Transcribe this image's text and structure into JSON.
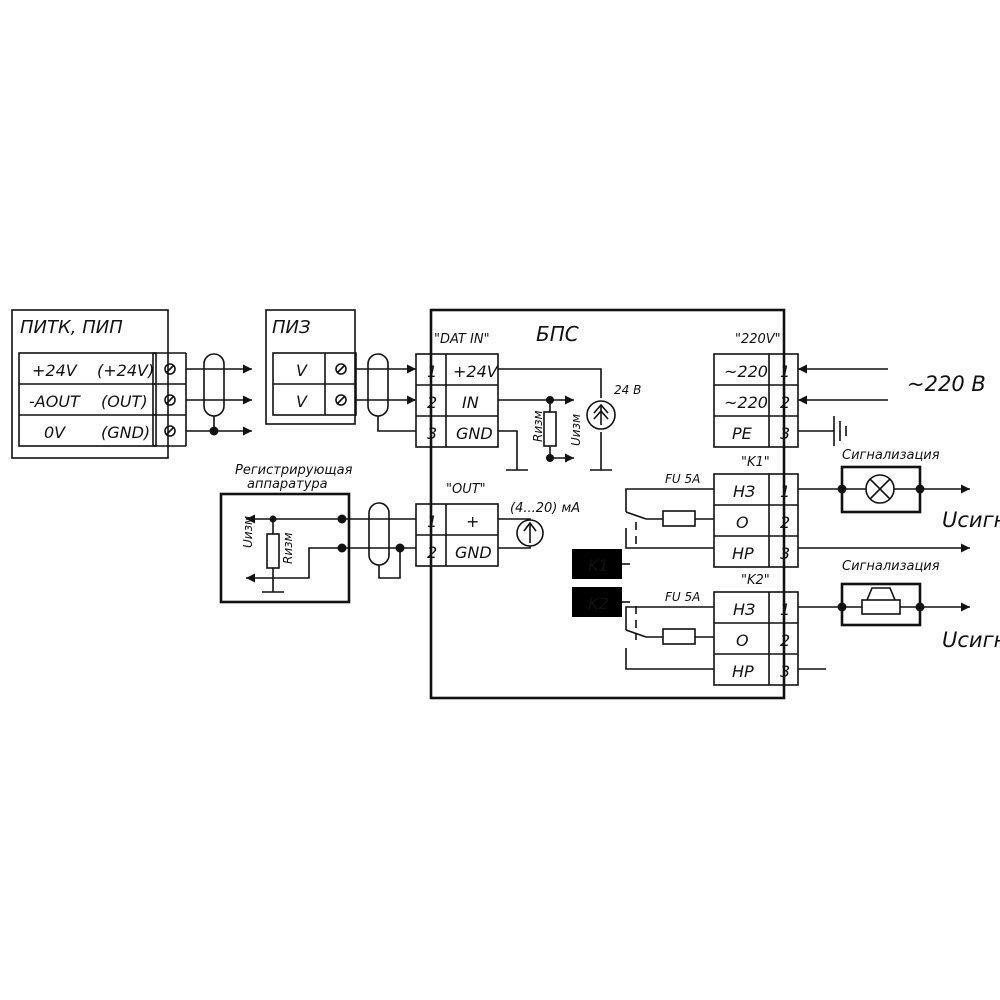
{
  "pitk": {
    "title": "ПИТК, ПИП",
    "rows": [
      {
        "left": "+24V",
        "right": "(+24V)"
      },
      {
        "left": "-AOUT",
        "right": "(OUT)"
      },
      {
        "left": "0V",
        "right": "(GND)"
      }
    ]
  },
  "piz": {
    "title": "ПИЗ",
    "rows": [
      "V",
      "V"
    ]
  },
  "recorder": {
    "title_line1": "Регистрирующая",
    "title_line2": "аппаратура",
    "u_label": "Uизм",
    "r_label": "Rизм"
  },
  "bps": {
    "title": "БПС",
    "dat_in": {
      "title": "\"DAT IN\"",
      "rows": [
        {
          "num": "1",
          "label": "+24V"
        },
        {
          "num": "2",
          "label": "IN"
        },
        {
          "num": "3",
          "label": "GND"
        }
      ]
    },
    "out": {
      "title": "\"OUT\"",
      "rows": [
        {
          "num": "1",
          "label": "+"
        },
        {
          "num": "2",
          "label": "GND"
        }
      ]
    },
    "supply_label": "24 В",
    "r_label": "Rизм",
    "u_label": "Uизм",
    "current_label": "(4...20) мА",
    "power": {
      "title": "\"220V\"",
      "rows": [
        {
          "label": "~220",
          "num": "1"
        },
        {
          "label": "~220",
          "num": "2"
        },
        {
          "label": "PE",
          "num": "3"
        }
      ]
    },
    "k1": {
      "title": "\"K1\"",
      "rows": [
        {
          "label": "НЗ",
          "num": "1"
        },
        {
          "label": "О",
          "num": "2"
        },
        {
          "label": "НР",
          "num": "3"
        }
      ]
    },
    "k2": {
      "title": "\"K2\"",
      "rows": [
        {
          "label": "НЗ",
          "num": "1"
        },
        {
          "label": "О",
          "num": "2"
        },
        {
          "label": "НР",
          "num": "3"
        }
      ]
    },
    "relay1": "K1",
    "relay2": "K2",
    "fuse1": "FU 5A",
    "fuse2": "FU 5A"
  },
  "mains_label": "~220 В",
  "signal1": "Сигнализация",
  "signal2": "Сигнализация",
  "usign1": "Uсигн",
  "usign2": "Uсигн",
  "icons": {
    "lamp": "lamp-icon",
    "siren": "siren-icon",
    "ground": "ground-icon",
    "current_source": "current-source-icon"
  }
}
